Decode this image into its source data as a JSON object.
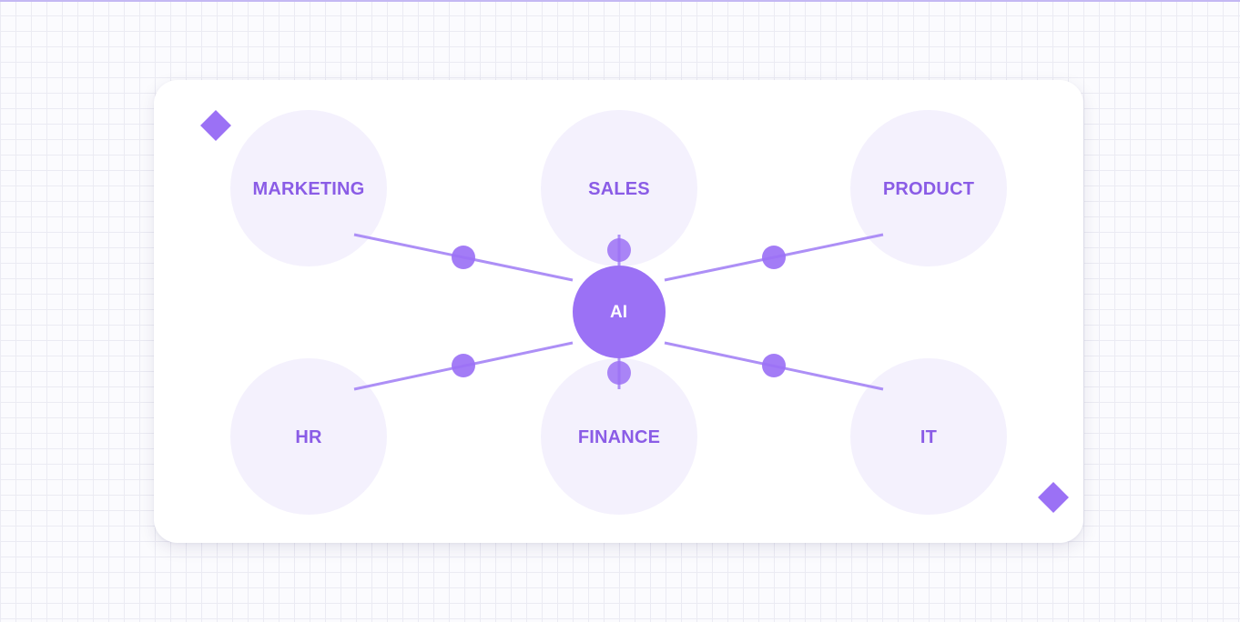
{
  "diagram": {
    "center": {
      "label": "AI"
    },
    "departments": [
      {
        "id": "marketing",
        "label": "MARKETING"
      },
      {
        "id": "sales",
        "label": "SALES"
      },
      {
        "id": "product",
        "label": "PRODUCT"
      },
      {
        "id": "hr",
        "label": "HR"
      },
      {
        "id": "finance",
        "label": "FINANCE"
      },
      {
        "id": "it",
        "label": "IT"
      }
    ]
  },
  "colors": {
    "accent": "#9b71f5",
    "label": "#8a5ce6",
    "node_fill": "#f4f1fd",
    "connector": "#ad8ff6"
  }
}
